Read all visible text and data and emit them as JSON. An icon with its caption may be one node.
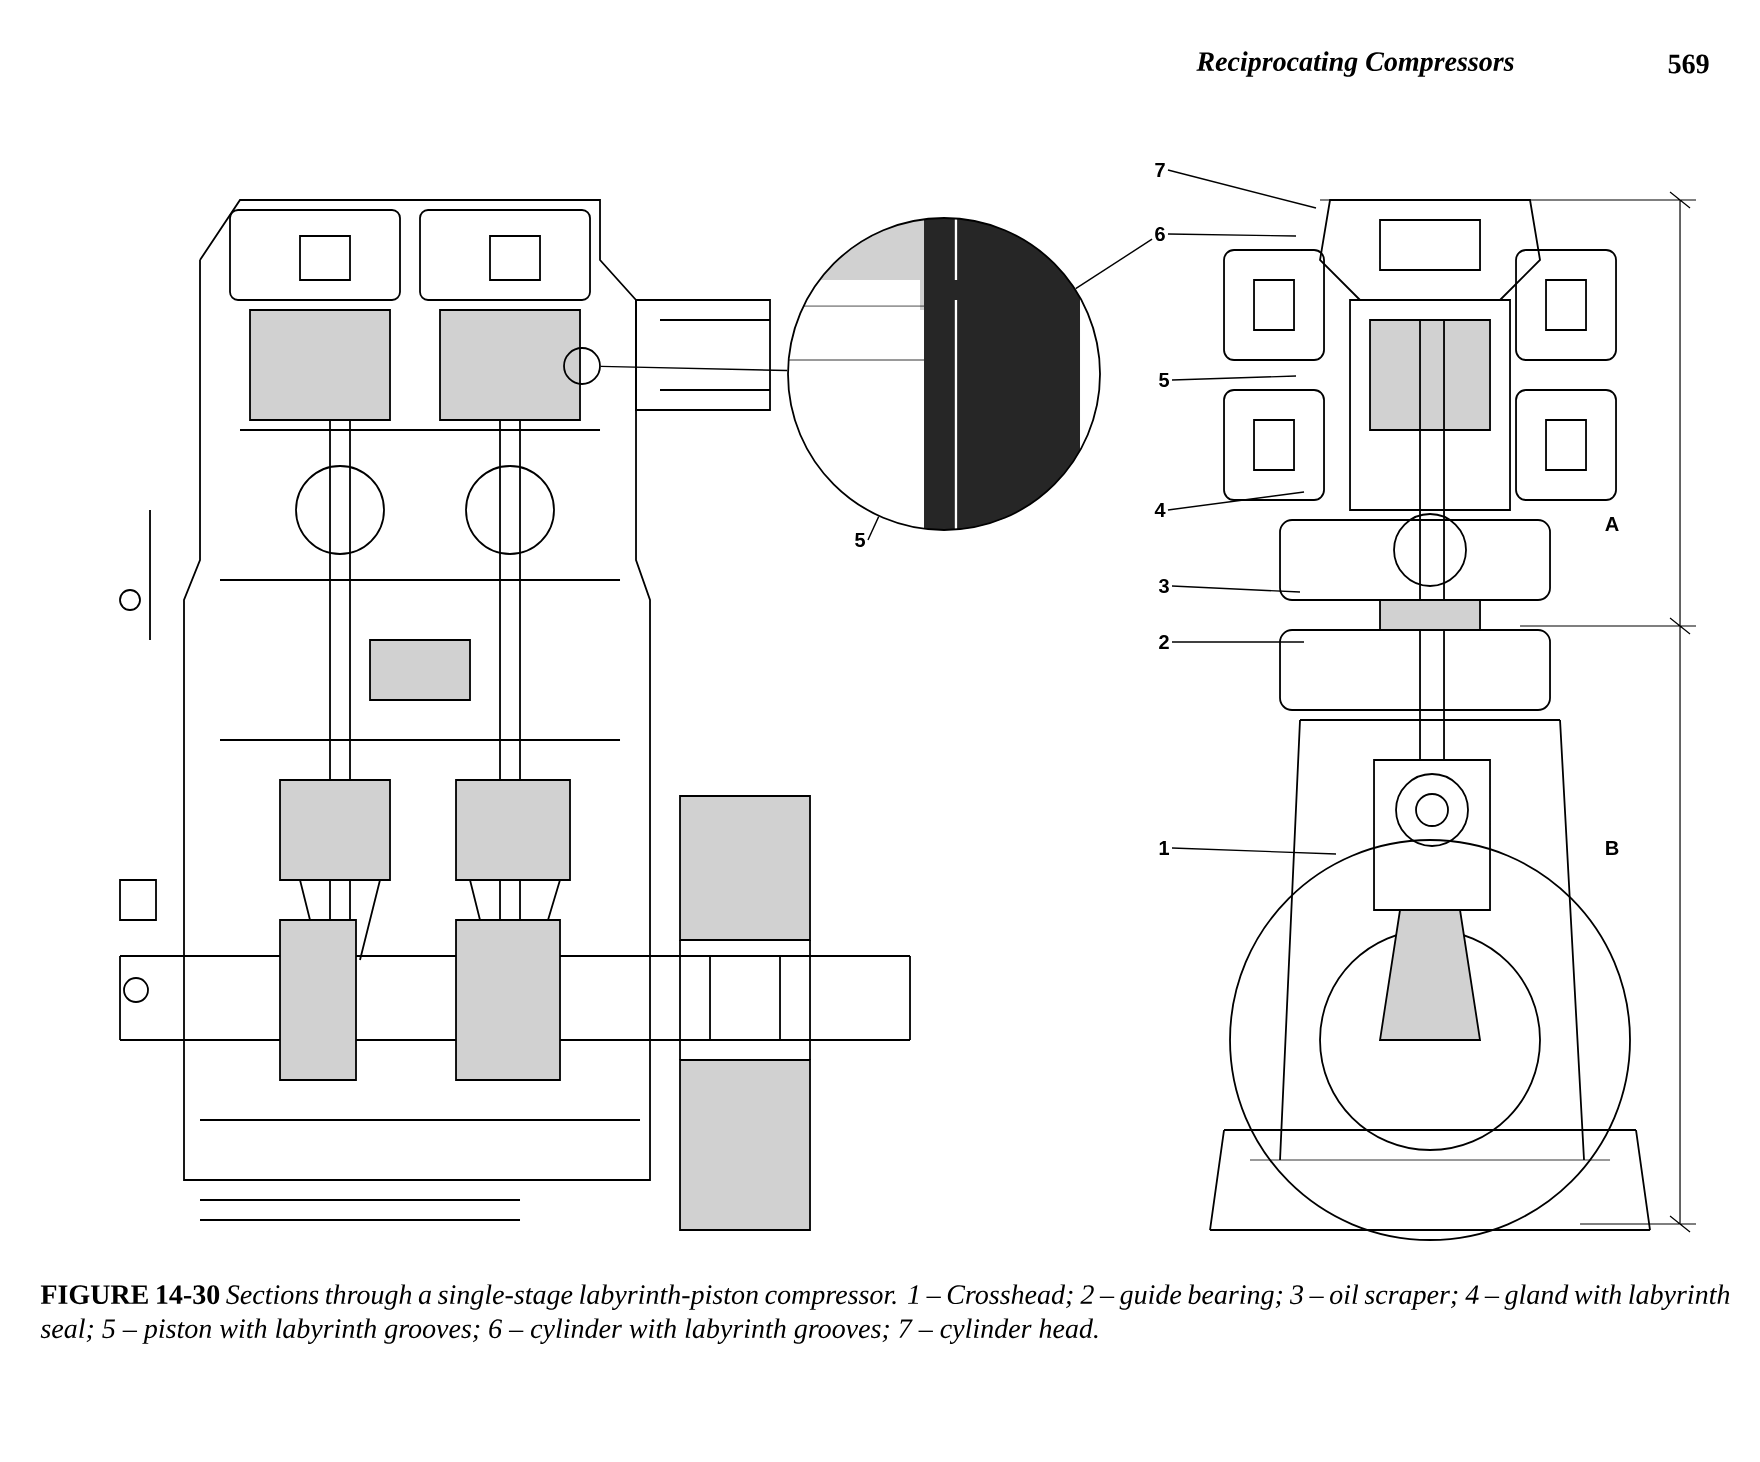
{
  "diagram": {
    "caption": "**FIGURE 14-30** *Sections through a single-stage labyrinth-piston compressor. 1 – Crosshead; 2 – guide bearing; 3 – oil scraper; 4 – gland with labyrinth seal; 5 – piston with labyrinth grooves; 6 – cylinder with labyrinth grooves; 7 – cylinder head.*",
    "nodes": [
      {
        "text": [],
        "shape": "picture"
      },
      {
        "text": [],
        "shape": "circle",
        "in": 0
      },
      {
        "text": [],
        "shape": "circle"
      },
      {
        "text": [
          "5"
        ]
      },
      {
        "text": [],
        "shape": "picture"
      },
      {
        "text": [
          "7"
        ]
      },
      {
        "text": [
          "6"
        ]
      },
      {
        "text": [
          "5"
        ]
      },
      {
        "text": [
          "4"
        ]
      },
      {
        "text": [
          "3"
        ]
      },
      {
        "text": [
          "2"
        ]
      },
      {
        "text": [
          "1"
        ]
      }
    ],
    "edges": [
      {
        "from": 1,
        "to": 2,
        "arrow": "none"
      },
      {
        "from": 3,
        "to": 2,
        "arrow": "none"
      },
      {
        "from": 6,
        "to": 2,
        "arrow": "none"
      },
      {
        "from": 5,
        "to": 4,
        "arrow": "none"
      },
      {
        "from": 6,
        "to": 4,
        "arrow": "none"
      },
      {
        "from": 7,
        "to": 4,
        "arrow": "none"
      },
      {
        "from": 8,
        "to": 4,
        "arrow": "none"
      },
      {
        "from": 9,
        "to": 4,
        "arrow": "none"
      },
      {
        "from": 10,
        "to": 4,
        "arrow": "none"
      },
      {
        "from": 11,
        "to": 4,
        "arrow": "none"
      }
    ],
    "labels": [
      "Reciprocating Compressors",
      "569",
      "A",
      "B"
    ]
  }
}
